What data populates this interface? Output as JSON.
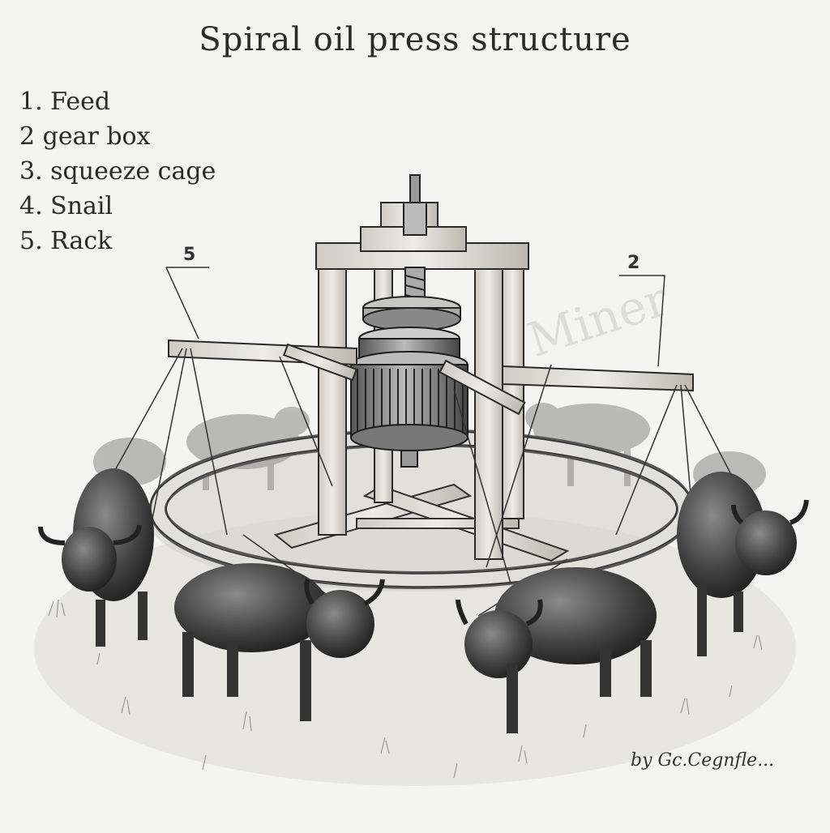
{
  "diagram": {
    "title": "Spiral oil press structure",
    "legend": [
      "1.  Feed",
      "2 gear box",
      "3.  squeeze cage",
      "4.  Snail",
      "5.  Rack"
    ],
    "callouts": {
      "rack": "5",
      "gear_box": "2"
    },
    "watermark": "Miner",
    "signature": "by Gc.Cegnfle...",
    "colors": {
      "background": "#f4f4f2",
      "ink": "#2a2a2a",
      "wood": "#d9d6cf",
      "ox": "#3a3a3a"
    }
  }
}
